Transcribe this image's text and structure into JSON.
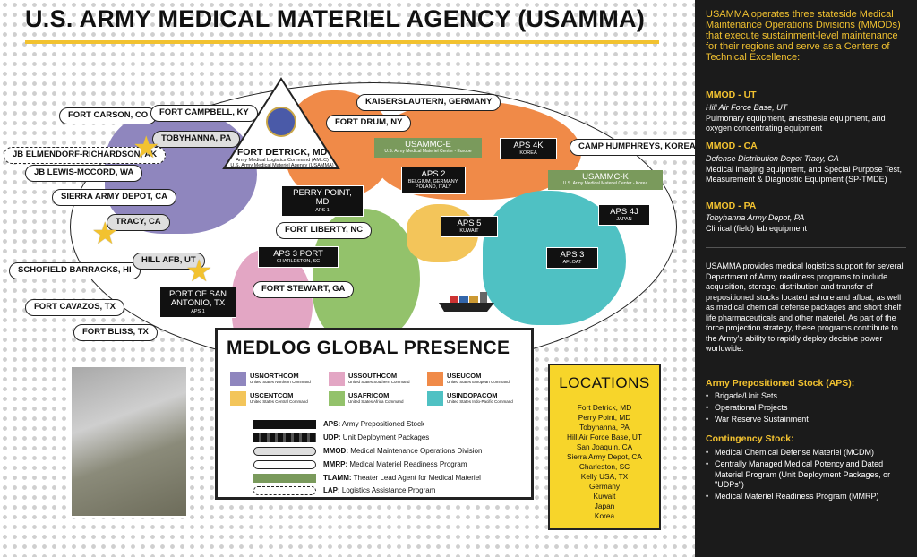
{
  "title": "U.S. ARMY MEDICAL MATERIEL AGENCY (USAMMA)",
  "colors": {
    "accent": "#f2c230",
    "usnorthcom": "#8f86be",
    "ussouthcom": "#e3a6c4",
    "useucom": "#f08a48",
    "uscentcom": "#f3c55a",
    "usafricom": "#93c26b",
    "usindopacom": "#4fc1c3"
  },
  "hq": {
    "name": "FORT DETRICK, MD",
    "line1": "Army Medical Logistics Command (AMLC)",
    "line2": "U.S. Army Medical Materiel Agency (USAMMA)"
  },
  "callouts": {
    "fort_carson": "FORT CARSON, CO",
    "fort_campbell": "FORT CAMPBELL, KY",
    "tobyhanna": "TOBYHANNA, PA",
    "jber": "JB ELMENDORF-RICHARDSON, AK",
    "jblm": "JB LEWIS-MCCORD, WA",
    "sierra": "SIERRA ARMY DEPOT, CA",
    "tracy": "TRACY, CA",
    "schofield": "SCHOFIELD BARRACKS, HI",
    "hill": "HILL AFB, UT",
    "cavazos": "FORT CAVAZOS, TX",
    "bliss": "FORT BLISS, TX",
    "fort_drum": "FORT DRUM, NY",
    "kaiserslautern": "KAISERSLAUTERN, GERMANY",
    "fort_liberty": "FORT LIBERTY, NC",
    "fort_stewart": "FORT STEWART, GA",
    "humphreys": "CAMP HUMPHREYS, KOREA"
  },
  "dark_boxes": {
    "perry_point": {
      "label": "PERRY POINT, MD",
      "sub": "APS 1"
    },
    "port_sa": {
      "label": "PORT OF SAN ANTONIO, TX",
      "sub": "APS 1"
    },
    "aps3port": {
      "label": "APS 3 PORT",
      "sub": "CHARLESTON, SC"
    },
    "aps2": {
      "label": "APS 2",
      "sub": "BELGIUM, GERMANY, POLAND, ITALY"
    },
    "aps4k": {
      "label": "APS 4K",
      "sub": "KOREA"
    },
    "aps5": {
      "label": "APS 5",
      "sub": "KUWAIT"
    },
    "aps4j": {
      "label": "APS 4J",
      "sub": "JAPAN"
    },
    "aps3": {
      "label": "APS 3",
      "sub": "AFLOAT"
    }
  },
  "green_boxes": {
    "usammce": {
      "label": "USAMMC-E",
      "sub": "U.S. Army Medical Materiel Center - Europe"
    },
    "usammck": {
      "label": "USAMMC-K",
      "sub": "U.S. Army Medical Materiel Center - Korea"
    }
  },
  "legend": {
    "title": "MEDLOG GLOBAL PRESENCE",
    "commands": [
      {
        "name": "USNORTHCOM",
        "desc": "United States Northern Command"
      },
      {
        "name": "USSOUTHCOM",
        "desc": "United States Southern Command"
      },
      {
        "name": "USEUCOM",
        "desc": "United States European Command"
      },
      {
        "name": "USCENTCOM",
        "desc": "United States Central Command"
      },
      {
        "name": "USAFRICOM",
        "desc": "United States Africa Command"
      },
      {
        "name": "USINDOPACOM",
        "desc": "United States Indo-Pacific Command"
      }
    ],
    "rows": [
      {
        "abbr": "APS:",
        "text": "Army Prepositioned Stock"
      },
      {
        "abbr": "UDP:",
        "text": "Unit Deployment Packages"
      },
      {
        "abbr": "MMOD:",
        "text": "Medical Maintenance Operations Division"
      },
      {
        "abbr": "MMRP:",
        "text": "Medical Materiel Readiness Program"
      },
      {
        "abbr": "TLAMM:",
        "text": "Theater Lead Agent for Medical Materiel"
      },
      {
        "abbr": "LAP:",
        "text": "Logistics Assistance Program"
      }
    ]
  },
  "locations": {
    "title": "LOCATIONS",
    "items": [
      "Fort Detrick, MD",
      "Perry Point, MD",
      "Tobyhanna, PA",
      "Hill Air Force Base, UT",
      "San Joaquin, CA",
      "Sierra Army Depot, CA",
      "Charleston, SC",
      "Kelly USA, TX",
      "Germany",
      "Kuwait",
      "Japan",
      "Korea"
    ]
  },
  "sidebar": {
    "intro": "USAMMA operates three stateside Medical Maintenance Operations Divisions (MMODs) that execute sustainment-level maintenance for their regions and serve as a Centers of Technical Excellence:",
    "mmod_ut": {
      "head": "MMOD - UT",
      "loc": "Hill Air Force Base, UT",
      "desc": "Pulmonary equipment, anesthesia equipment, and oxygen concentrating equipment"
    },
    "mmod_ca": {
      "head": "MMOD - CA",
      "loc": "Defense Distribution Depot Tracy, CA",
      "desc": "Medical imaging equipment, and Special Purpose Test, Measurement & Diagnostic Equipment (SP-TMDE)"
    },
    "mmod_pa": {
      "head": "MMOD - PA",
      "loc": "Tobyhanna Army Depot, PA",
      "desc": "Clinical (field) lab equipment"
    },
    "paragraph": "USAMMA provides medical logistics support for several Department of Army readiness programs to include acquisition, storage, distribution and transfer of prepositioned stocks located ashore and afloat, as well as medical chemical defense packages and short shelf life pharmaceuticals and other materiel. As part of the force projection strategy, these programs contribute to the Army's ability to rapidly deploy decisive power worldwide.",
    "aps_head": "Army Prepositioned Stock (APS):",
    "aps_items": [
      "Brigade/Unit Sets",
      "Operational Projects",
      "War Reserve Sustainment"
    ],
    "cont_head": "Contingency Stock:",
    "cont_items": [
      "Medical Chemical Defense Materiel (MCDM)",
      "Centrally Managed Medical Potency and Dated Materiel Program (Unit Deployment Packages, or \"UDPs\")",
      "Medical Materiel Readiness Program (MMRP)"
    ]
  }
}
